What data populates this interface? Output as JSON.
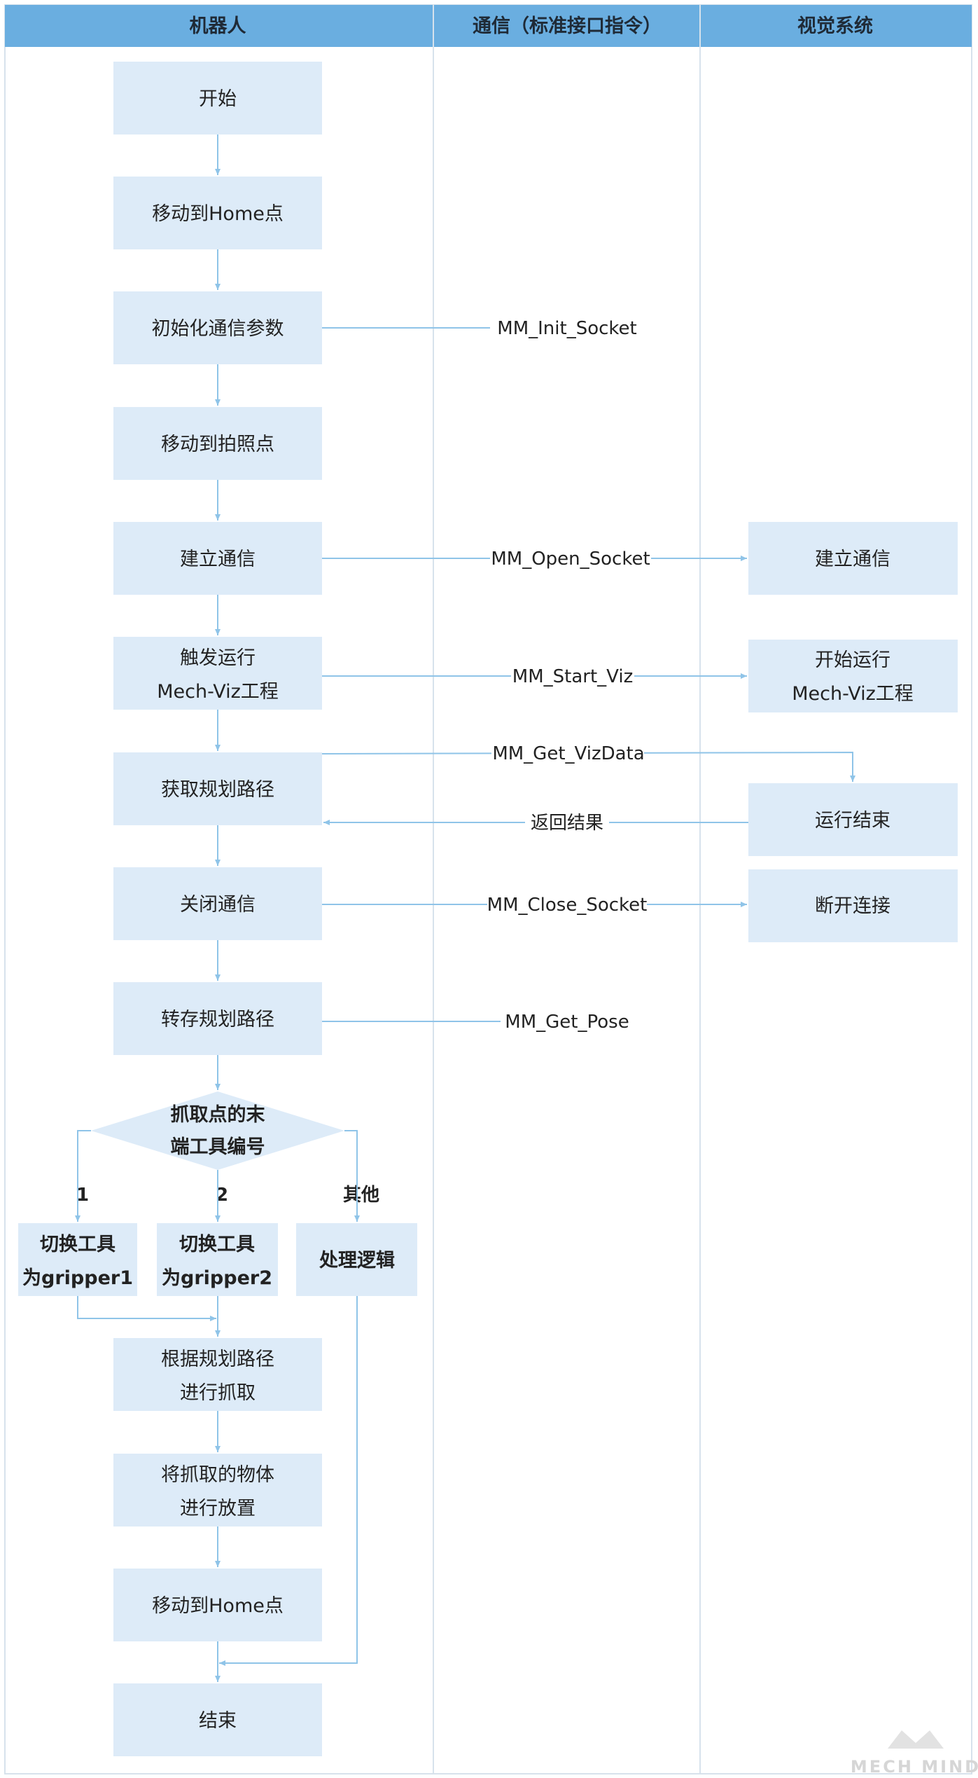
{
  "colors": {
    "header_bg": "#6aaee0",
    "box_fill": "#ddebf8",
    "line": "#8fc4e8",
    "lane_border": "#d7e2ec"
  },
  "lanes": [
    "机器人",
    "通信（标准接口指令）",
    "视觉系统"
  ],
  "robot": {
    "start": [
      "开始"
    ],
    "move_home_1": [
      "移动到Home点"
    ],
    "init_params": [
      "初始化通信参数"
    ],
    "move_photo": [
      "移动到拍照点"
    ],
    "connect": [
      "建立通信"
    ],
    "trigger_viz": [
      "触发运行",
      "Mech-Viz工程"
    ],
    "get_path": [
      "获取规划路径"
    ],
    "close_comm": [
      "关闭通信"
    ],
    "save_path": [
      "转存规划路径"
    ],
    "decision": [
      "抓取点的末",
      "端工具编号"
    ],
    "tool1": [
      "切换工具",
      "为gripper1"
    ],
    "tool2": [
      "切换工具",
      "为gripper2"
    ],
    "other_logic": [
      "处理逻辑"
    ],
    "grab": [
      "根据规划路径",
      "进行抓取"
    ],
    "place": [
      "将抓取的物体",
      "进行放置"
    ],
    "move_home_2": [
      "移动到Home点"
    ],
    "end": [
      "结束"
    ]
  },
  "branches": {
    "b1": "1",
    "b2": "2",
    "other": "其他"
  },
  "messages": {
    "init_socket": "MM_Init_Socket",
    "open_socket": "MM_Open_Socket",
    "start_viz": "MM_Start_Viz",
    "get_vizdata": "MM_Get_VizData",
    "return_result": "返回结果",
    "close_socket": "MM_Close_Socket",
    "get_pose": "MM_Get_Pose"
  },
  "vision": {
    "connect": [
      "建立通信"
    ],
    "start_run": [
      "开始运行",
      "Mech-Viz工程"
    ],
    "run_end": [
      "运行结束"
    ],
    "disconnect": [
      "断开连接"
    ]
  },
  "watermark": "MECH MIND"
}
